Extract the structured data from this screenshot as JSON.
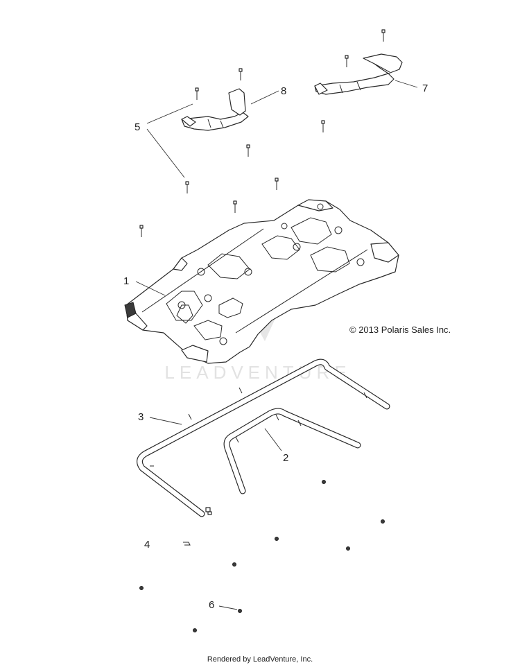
{
  "callouts": [
    "1",
    "2",
    "3",
    "4",
    "5",
    "6",
    "7",
    "8"
  ],
  "copyright": "© 2013 Polaris Sales Inc.",
  "watermark": "LEADVENTURE",
  "footer": "Rendered by LeadVenture, Inc."
}
